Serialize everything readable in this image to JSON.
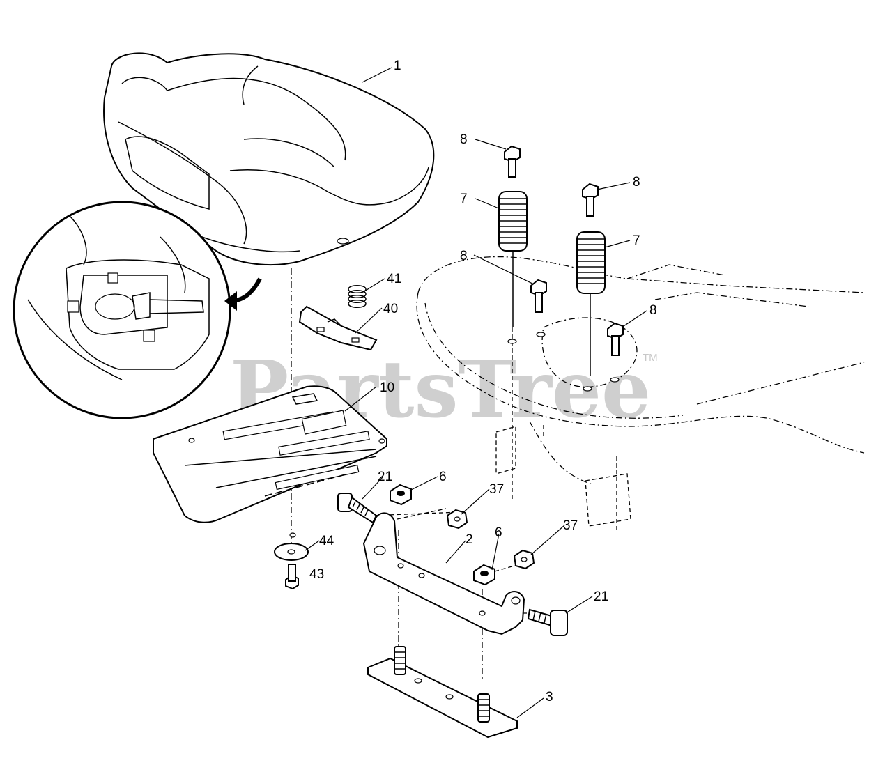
{
  "watermark": {
    "text": "PartsTree",
    "tm": "TM"
  },
  "callouts": {
    "c1": "1",
    "c2": "2",
    "c3": "3",
    "c6a": "6",
    "c6b": "6",
    "c7a": "7",
    "c7b": "7",
    "c8a": "8",
    "c8b": "8",
    "c8c": "8",
    "c8d": "8",
    "c10": "10",
    "c21a": "21",
    "c21b": "21",
    "c37a": "37",
    "c37b": "37",
    "c40": "40",
    "c41": "41",
    "c43": "43",
    "c44": "44"
  }
}
